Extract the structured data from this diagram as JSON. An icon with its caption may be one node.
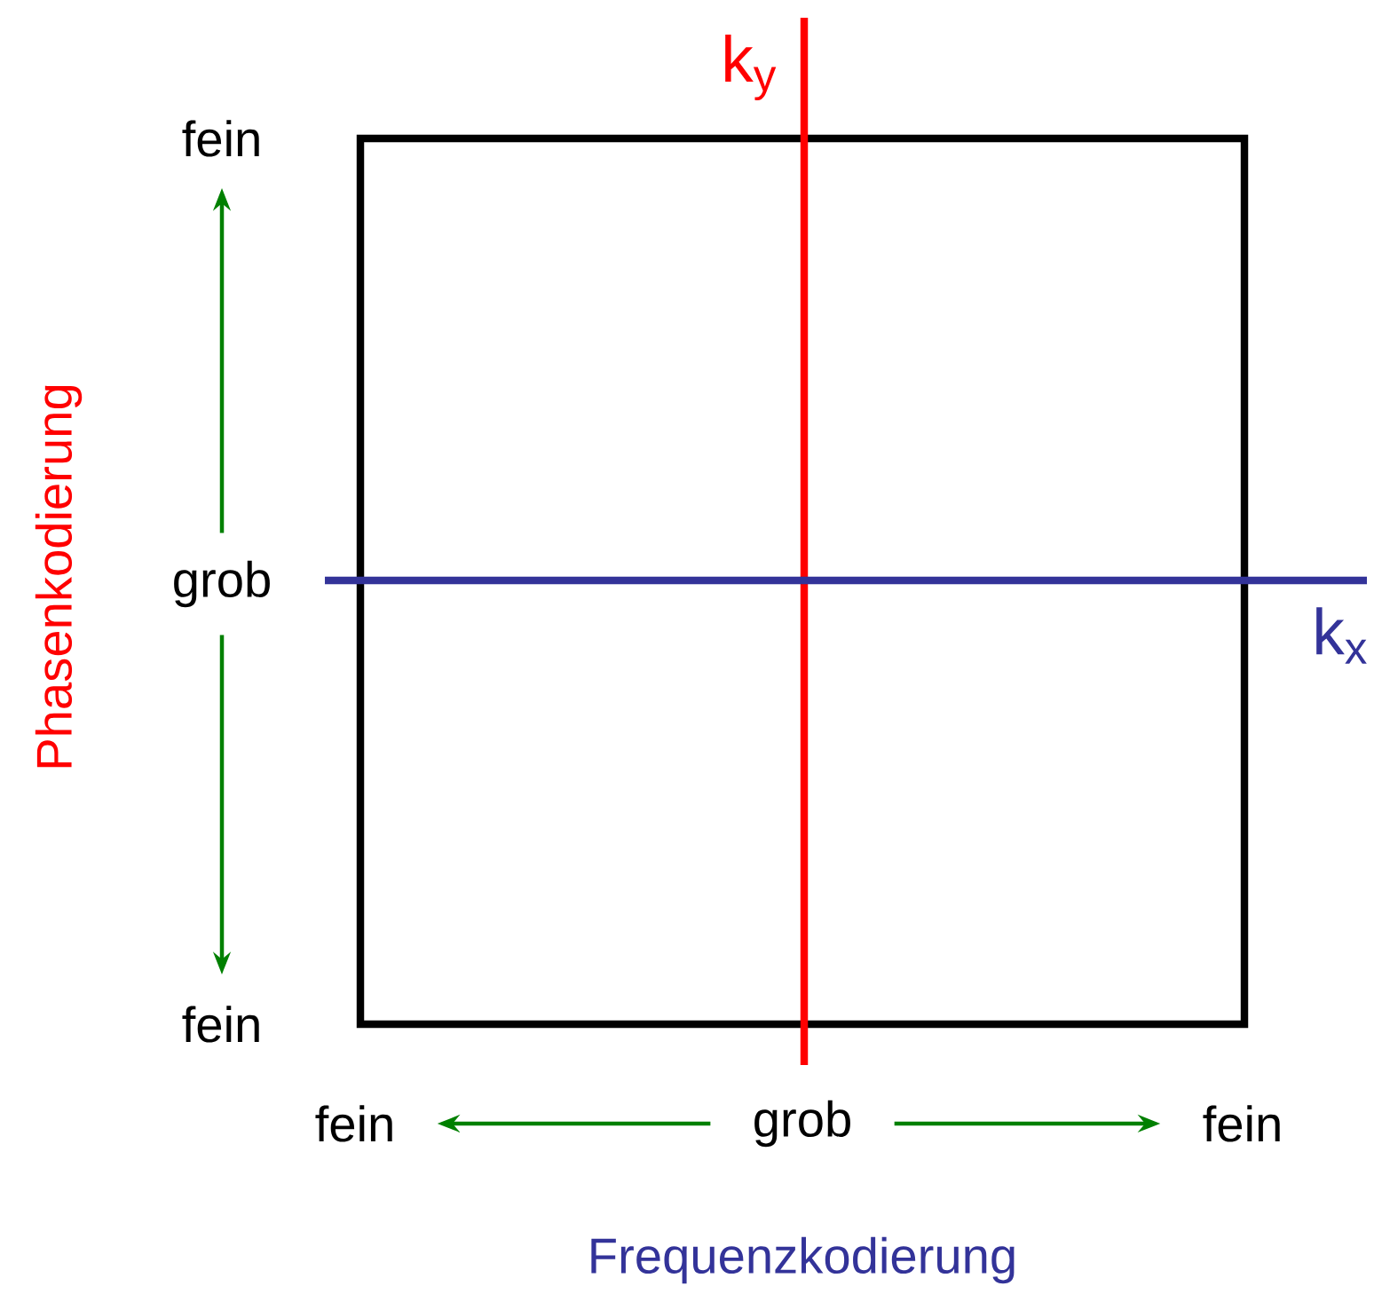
{
  "diagram": {
    "nodes": [
      {
        "text": [
          "fein"
        ]
      },
      {
        "text": [
          "grob"
        ]
      },
      {
        "text": [
          "fein"
        ]
      },
      {
        "text": [
          "fein"
        ]
      },
      {
        "text": [
          "grob"
        ]
      },
      {
        "text": [
          "fein"
        ]
      }
    ],
    "edges": [
      {
        "from": 1,
        "to": 0,
        "arrow": "to"
      },
      {
        "from": 1,
        "to": 2,
        "arrow": "to"
      },
      {
        "from": 4,
        "to": 3,
        "arrow": "to"
      },
      {
        "from": 4,
        "to": 5,
        "arrow": "to"
      }
    ],
    "labels": [
      "k$_{y}$",
      "k$_{x}$",
      "Phasenkodierung",
      "Frequenzkodierung"
    ]
  }
}
